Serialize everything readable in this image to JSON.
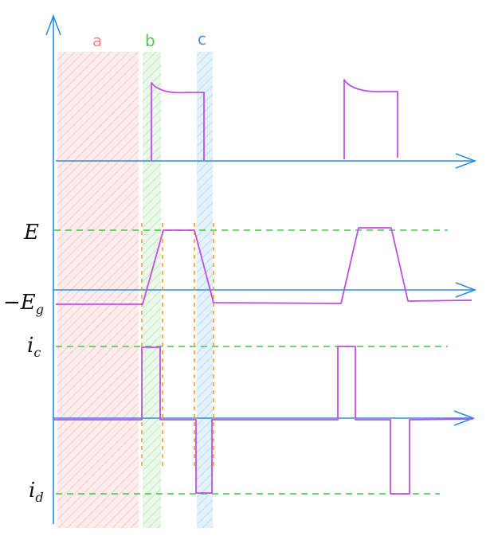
{
  "regions": [
    {
      "label": "a",
      "color": "#f08a8a",
      "fill": "#fde7e7"
    },
    {
      "label": "b",
      "color": "#5cbf5c",
      "fill": "#e3f6e3"
    },
    {
      "label": "c",
      "color": "#4a90d9",
      "fill": "#ddeefa"
    }
  ],
  "levels": {
    "E": {
      "main": "E",
      "prefix": "",
      "sub": ""
    },
    "Eg": {
      "main": "E",
      "prefix": "−",
      "sub": "g"
    },
    "ic": {
      "main": "i",
      "prefix": "",
      "sub": "c"
    },
    "id": {
      "main": "i",
      "prefix": "",
      "sub": "d"
    }
  },
  "colors": {
    "axis": "#2b8de0",
    "signal": "#c050e0",
    "level_line": "#4cc24c",
    "marker_line": "#f5a030"
  }
}
